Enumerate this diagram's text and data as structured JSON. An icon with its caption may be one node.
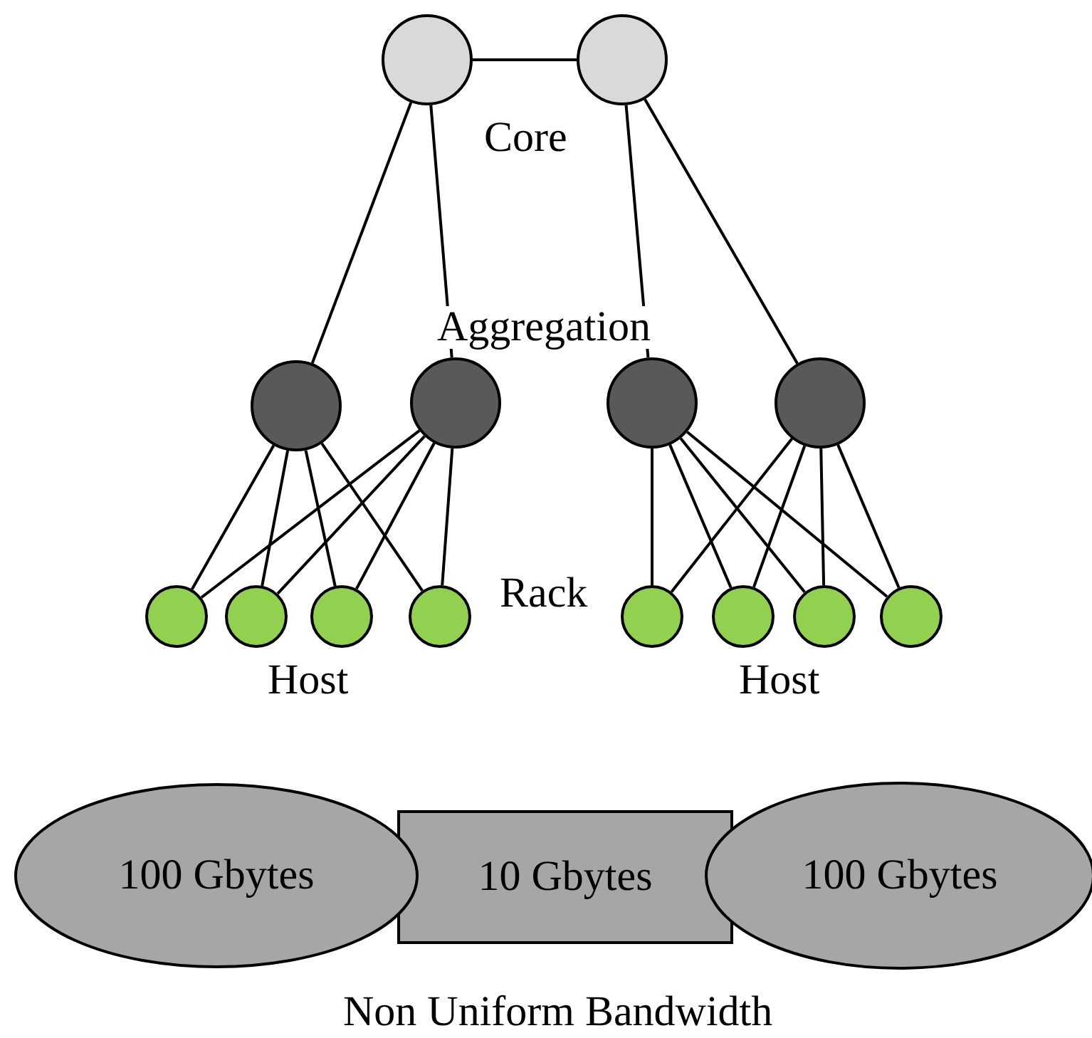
{
  "diagram": {
    "nodes": [
      {
        "text": [],
        "shape": "circle"
      },
      {
        "text": [],
        "shape": "circle"
      },
      {
        "text": [],
        "shape": "circle"
      },
      {
        "text": [],
        "shape": "circle"
      },
      {
        "text": [],
        "shape": "circle"
      },
      {
        "text": [],
        "shape": "circle"
      },
      {
        "text": [],
        "shape": "circle"
      },
      {
        "text": [],
        "shape": "circle"
      },
      {
        "text": [],
        "shape": "circle"
      },
      {
        "text": [],
        "shape": "circle"
      },
      {
        "text": [],
        "shape": "circle"
      },
      {
        "text": [],
        "shape": "circle"
      },
      {
        "text": [],
        "shape": "circle"
      },
      {
        "text": [],
        "shape": "circle"
      },
      {
        "text": [
          "100 Gbytes"
        ]
      },
      {
        "text": [
          "10 Gbytes"
        ]
      },
      {
        "text": [
          "100 Gbytes"
        ]
      }
    ],
    "edges": [
      {
        "from": 0,
        "to": 1,
        "arrow": "none"
      },
      {
        "from": 0,
        "to": 2,
        "arrow": "none"
      },
      {
        "from": 0,
        "to": 3,
        "arrow": "none"
      },
      {
        "from": 1,
        "to": 4,
        "arrow": "none"
      },
      {
        "from": 1,
        "to": 5,
        "arrow": "none"
      },
      {
        "from": 2,
        "to": 6,
        "arrow": "none"
      },
      {
        "from": 2,
        "to": 7,
        "arrow": "none"
      },
      {
        "from": 2,
        "to": 8,
        "arrow": "none"
      },
      {
        "from": 2,
        "to": 9,
        "arrow": "none"
      },
      {
        "from": 3,
        "to": 6,
        "arrow": "none"
      },
      {
        "from": 3,
        "to": 7,
        "arrow": "none"
      },
      {
        "from": 3,
        "to": 8,
        "arrow": "none"
      },
      {
        "from": 3,
        "to": 9,
        "arrow": "none"
      },
      {
        "from": 4,
        "to": 10,
        "arrow": "none"
      },
      {
        "from": 4,
        "to": 11,
        "arrow": "none"
      },
      {
        "from": 4,
        "to": 12,
        "arrow": "none"
      },
      {
        "from": 4,
        "to": 13,
        "arrow": "none"
      },
      {
        "from": 5,
        "to": 10,
        "arrow": "none"
      },
      {
        "from": 5,
        "to": 11,
        "arrow": "none"
      },
      {
        "from": 5,
        "to": 12,
        "arrow": "none"
      },
      {
        "from": 5,
        "to": 13,
        "arrow": "none"
      }
    ],
    "labels": [
      "Core",
      "Aggregation",
      "Rack",
      "Host",
      "Host",
      "Non Uniform Bandwidth"
    ]
  }
}
